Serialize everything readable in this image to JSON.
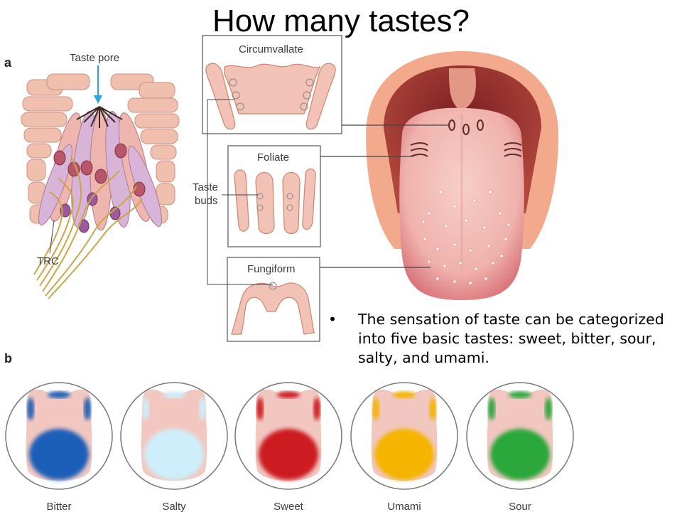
{
  "slide": {
    "title": "How many tastes?",
    "bullet": "The sensation of taste can be categorized into five basic tastes: sweet, bitter, sour, salty, and umami."
  },
  "panel_a": {
    "label": "a",
    "taste_pore_label": "Taste pore",
    "trc_label": "TRC",
    "taste_buds_label_line1": "Taste",
    "taste_buds_label_line2": "buds",
    "papillae": [
      "Circumvallate",
      "Foliate",
      "Fungiform"
    ]
  },
  "panel_b": {
    "label": "b",
    "tastes": [
      {
        "name": "Bitter",
        "color": "#1f5fb8"
      },
      {
        "name": "Salty",
        "color": "#cdeefa"
      },
      {
        "name": "Sweet",
        "color": "#cc1a22"
      },
      {
        "name": "Umami",
        "color": "#f5b400"
      },
      {
        "name": "Sour",
        "color": "#2aa83a"
      }
    ]
  },
  "colors": {
    "tongue_pink": "#f2c7c0",
    "mouth_dark": "#8a2c2a",
    "lip": "#f0a88a",
    "nerve": "#caa64a",
    "arrow": "#2aa7d8"
  }
}
